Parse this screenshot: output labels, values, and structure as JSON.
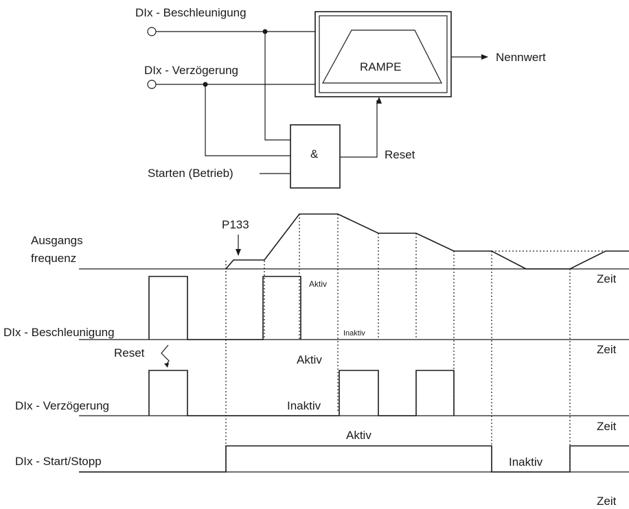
{
  "block": {
    "input_accel": "DIx - Beschleunigung",
    "input_decel": "DIx - Verzögerung",
    "input_start": "Starten (Betrieb)",
    "ramp": "RAMPE",
    "and_gate": "&",
    "output": "Nennwert",
    "reset": "Reset"
  },
  "timing": {
    "p133": "P133",
    "output_freq_line1": "Ausgangs",
    "output_freq_line2": "frequenz",
    "accel": "DIx - Beschleunigung",
    "decel": "DIx - Verzögerung",
    "start_stop": "DIx - Start/Stopp",
    "reset": "Reset",
    "time": "Zeit",
    "aktiv": "Aktiv",
    "inaktiv": "Inaktiv"
  },
  "colors": {
    "stroke": "#1a1a1a",
    "background": "#ffffff"
  }
}
